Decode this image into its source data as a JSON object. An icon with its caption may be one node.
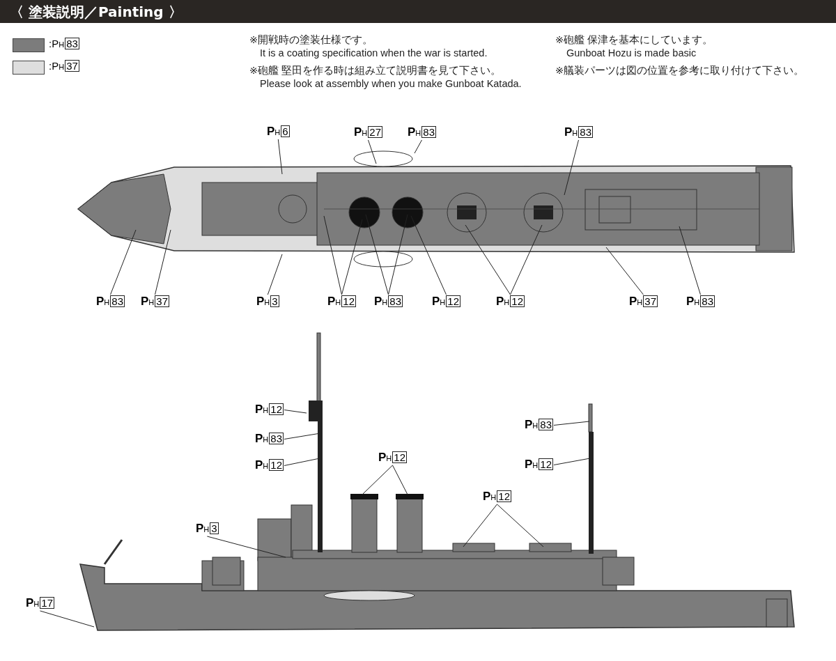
{
  "diagram": {
    "title": "〈 塗装説明／Painting 〉",
    "nodes": [
      {
        "text": [
          "P$_{H}$6"
        ]
      },
      {
        "text": [
          "P$_{H}$27"
        ]
      },
      {
        "text": [
          "P$_{H}$83"
        ]
      },
      {
        "text": [
          "P$_{H}$83"
        ]
      },
      {
        "text": [
          "P$_{H}$83"
        ]
      },
      {
        "text": [
          "P$_{H}$37"
        ]
      },
      {
        "text": [
          "P$_{H}$3"
        ]
      },
      {
        "text": [
          "P$_{H}$12"
        ]
      },
      {
        "text": [
          "P$_{H}$83"
        ]
      },
      {
        "text": [
          "P$_{H}$12"
        ]
      },
      {
        "text": [
          "P$_{H}$12"
        ]
      },
      {
        "text": [
          "P$_{H}$37"
        ]
      },
      {
        "text": [
          "P$_{H}$83"
        ]
      },
      {
        "text": [
          "P$_{H}$12"
        ]
      },
      {
        "text": [
          "P$_{H}$83"
        ]
      },
      {
        "text": [
          "P$_{H}$12"
        ]
      },
      {
        "text": [
          "P$_{H}$12"
        ]
      },
      {
        "text": [
          "P$_{H}$12"
        ]
      },
      {
        "text": [
          "P$_{H}$83"
        ]
      },
      {
        "text": [
          "P$_{H}$12"
        ]
      },
      {
        "text": [
          "P$_{H}$3"
        ]
      },
      {
        "text": [
          "P$_{H}$17"
        ]
      }
    ],
    "edges": [
      {
        "from": 0,
        "to": null,
        "arrow": "none"
      },
      {
        "from": 1,
        "to": null,
        "arrow": "none"
      },
      {
        "from": 2,
        "to": null,
        "arrow": "none"
      },
      {
        "from": 3,
        "to": null,
        "arrow": "none"
      },
      {
        "from": 4,
        "to": null,
        "arrow": "none"
      },
      {
        "from": 5,
        "to": null,
        "arrow": "none"
      },
      {
        "from": 6,
        "to": null,
        "arrow": "none"
      },
      {
        "from": 7,
        "to": null,
        "arrow": "none"
      },
      {
        "from": 7,
        "to": null,
        "arrow": "none"
      },
      {
        "from": 8,
        "to": null,
        "arrow": "none"
      },
      {
        "from": 8,
        "to": null,
        "arrow": "none"
      },
      {
        "from": 9,
        "to": null,
        "arrow": "none"
      },
      {
        "from": 10,
        "to": null,
        "arrow": "none"
      },
      {
        "from": 10,
        "to": null,
        "arrow": "none"
      },
      {
        "from": 11,
        "to": null,
        "arrow": "none"
      },
      {
        "from": 12,
        "to": null,
        "arrow": "none"
      },
      {
        "from": 13,
        "to": null,
        "arrow": "none"
      },
      {
        "from": 14,
        "to": null,
        "arrow": "none"
      },
      {
        "from": 15,
        "to": null,
        "arrow": "none"
      },
      {
        "from": 16,
        "to": null,
        "arrow": "none"
      },
      {
        "from": 16,
        "to": null,
        "arrow": "none"
      },
      {
        "from": 17,
        "to": null,
        "arrow": "none"
      },
      {
        "from": 17,
        "to": null,
        "arrow": "none"
      },
      {
        "from": 18,
        "to": null,
        "arrow": "none"
      },
      {
        "from": 19,
        "to": null,
        "arrow": "none"
      },
      {
        "from": 20,
        "to": null,
        "arrow": "none"
      },
      {
        "from": 21,
        "to": null,
        "arrow": "none"
      }
    ],
    "labels": [
      "※開戦時の塗装仕様です。",
      "It is a coating specification when the war is started.",
      "※砲艦 保津を基本にしています。",
      "Gunboat Hozu is made basic",
      "※砲艦 堅田を作る時は組み立て説明書を見て下さい。",
      "Please look at assembly when you make Gunboat Katada.",
      "※艤装パーツは図の位置を参考に取り付けて下さい。"
    ],
    "legend": [
      {
        "text": ":P$_{H}$83",
        "color": "#7c7c7c"
      },
      {
        "text": ":P$_{H}$37",
        "color": "#dedede"
      }
    ]
  }
}
